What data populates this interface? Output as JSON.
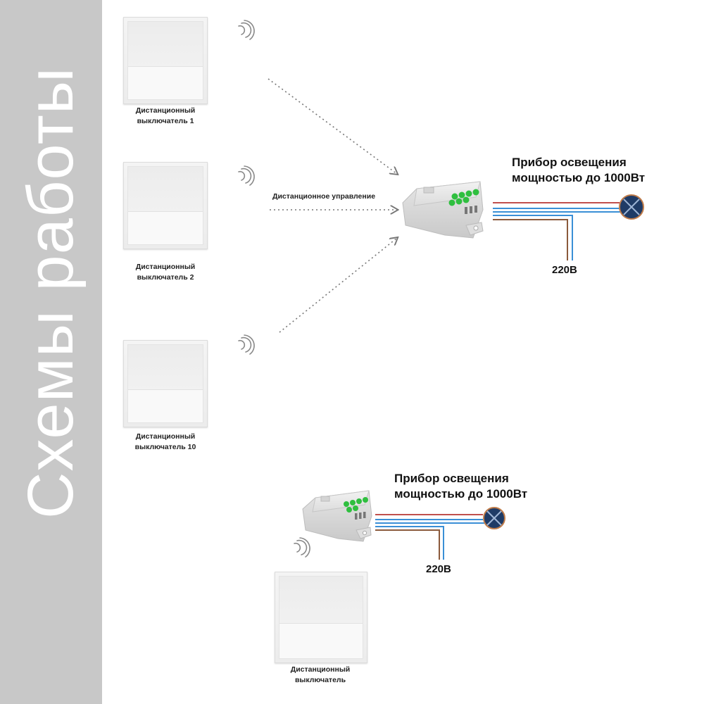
{
  "sidebar": {
    "title": "Схемы работы"
  },
  "scheme1": {
    "switches": [
      {
        "label": "Дистанционный\nвыключатель 1"
      },
      {
        "label": "Дистанционный\nвыключатель 2"
      },
      {
        "label": "Дистанционный\nвыключатель 10"
      }
    ],
    "control_label": "Дистанционное управление",
    "lamp_label": "Прибор освещения\nмощностью до 1000Вт",
    "voltage_label": "220В"
  },
  "scheme2": {
    "switch": {
      "label": "Дистанционный\nвыключатель"
    },
    "lamp_label": "Прибор освещения\nмощностью до 1000Вт",
    "voltage_label": "220В"
  },
  "colors": {
    "wire_red": "#c0504d",
    "wire_blue": "#3a8fd6",
    "wire_brown": "#8b5a3c",
    "lamp_fill": "#1f3b66",
    "led_green": "#2fbf3f",
    "arrow_dots": "#777777"
  },
  "icons": [
    "wireless-signal-icon",
    "lamp-icon",
    "relay-module-icon"
  ]
}
